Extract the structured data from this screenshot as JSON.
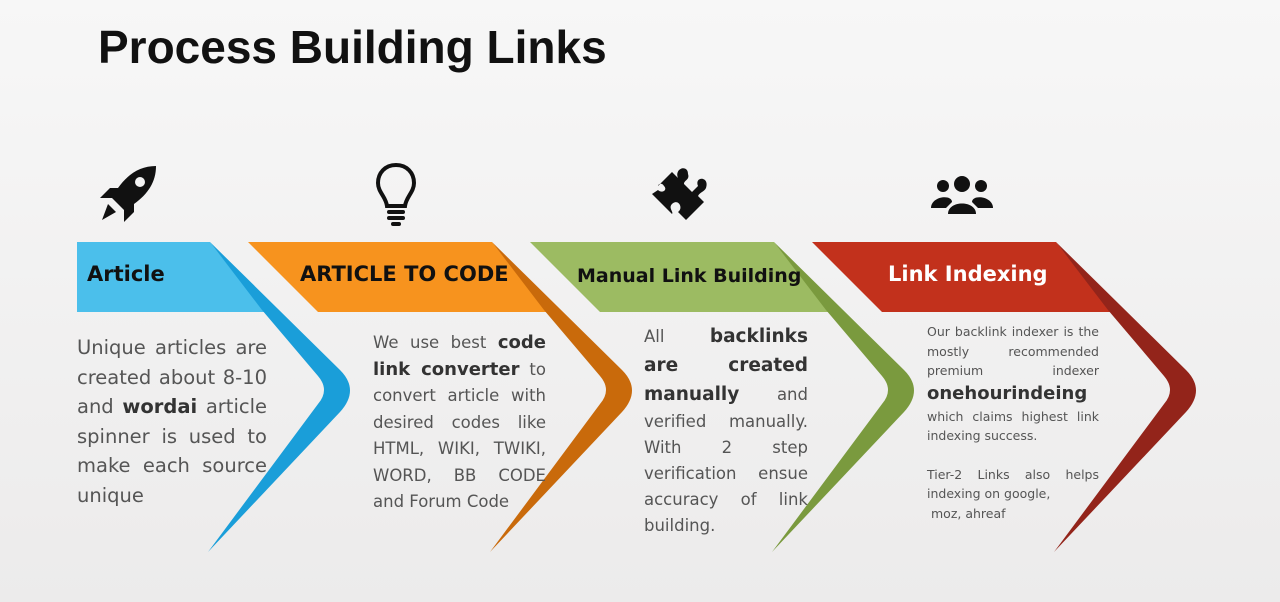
{
  "title": "Process Building Links",
  "steps": [
    {
      "header": "Article",
      "icon": "rocket-icon",
      "color": "#4bbfeb",
      "dark": "#1a9ed9",
      "p1": "Unique articles are created about 8-10 and ",
      "b1": "wordai",
      "p2": " article spinner is used to make each source unique"
    },
    {
      "header": "ARTICLE TO CODE",
      "icon": "lightbulb-icon",
      "color": "#f7931e",
      "dark": "#c96a0b",
      "p1": "We use best ",
      "b1": "code link converter",
      "p2": " to convert article with desired codes like HTML, WIKI, TWIKI, WORD, BB CODE and Forum Code"
    },
    {
      "header": "Manual Link Building",
      "icon": "puzzle-icon",
      "color": "#9cbb62",
      "dark": "#7a9a3e",
      "p1": "All ",
      "b1": "backlinks are created manually",
      "p2": " and verified manually. With 2 step verification ensue accuracy of link building."
    },
    {
      "header": "Link Indexing",
      "icon": "users-icon",
      "color": "#c2311c",
      "dark": "#93241a",
      "p1": "Our backlink indexer is the mostly recommended premium indexer ",
      "b1": "onehourindeing",
      "p2": " which claims highest link indexing success.",
      "p3": "Tier-2 Links also helps indexing on google,",
      "p4": "moz, ahreaf"
    }
  ]
}
